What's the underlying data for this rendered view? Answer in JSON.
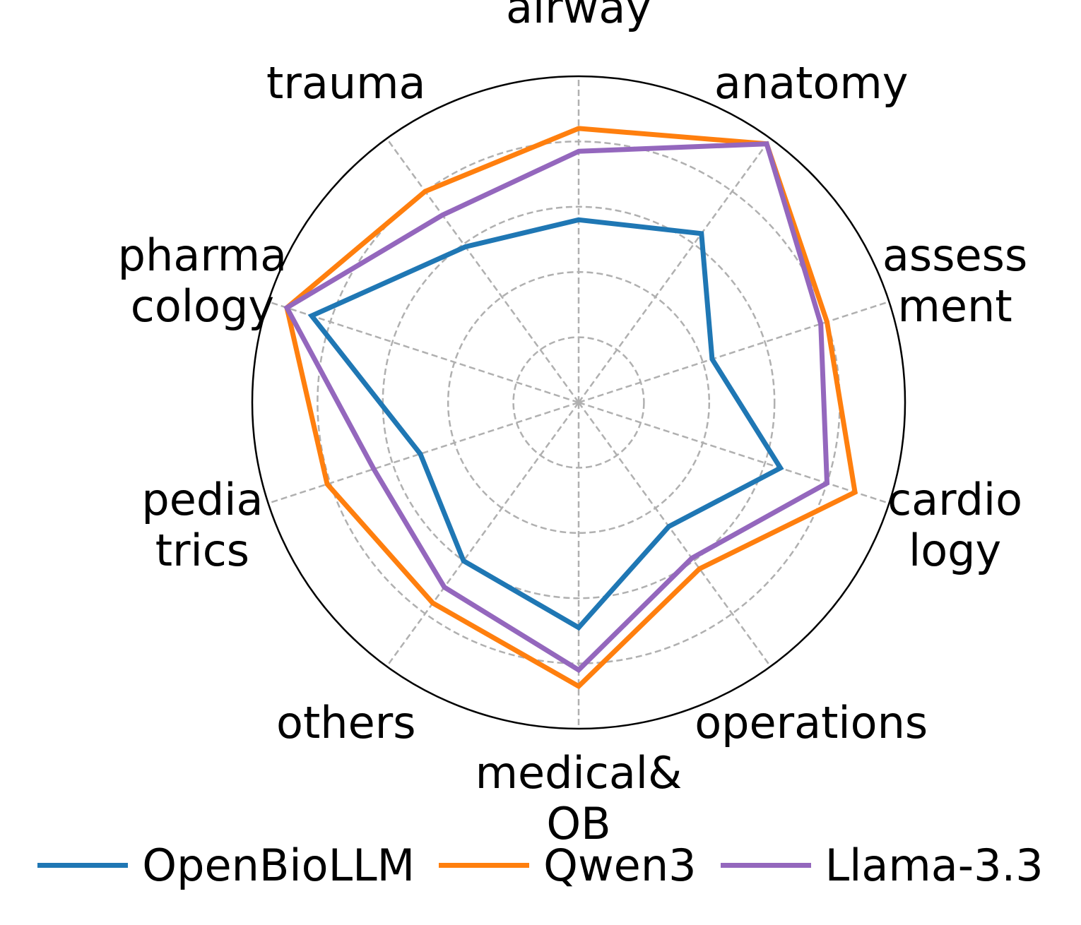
{
  "chart_data": {
    "type": "radar",
    "axes": [
      {
        "name": "airway",
        "lines": [
          "airway"
        ]
      },
      {
        "name": "anatomy",
        "lines": [
          "anatomy"
        ]
      },
      {
        "name": "assessment",
        "lines": [
          "assess",
          "ment"
        ]
      },
      {
        "name": "cardiology",
        "lines": [
          "cardio",
          "logy"
        ]
      },
      {
        "name": "operations",
        "lines": [
          "operations"
        ]
      },
      {
        "name": "medical&OB",
        "lines": [
          "medical&",
          "OB"
        ]
      },
      {
        "name": "others",
        "lines": [
          "others"
        ]
      },
      {
        "name": "pediatrics",
        "lines": [
          "pedia",
          "trics"
        ]
      },
      {
        "name": "pharmacology",
        "lines": [
          "pharma",
          "cology"
        ]
      },
      {
        "name": "trauma",
        "lines": [
          "trauma"
        ]
      }
    ],
    "rlim": [
      0,
      1
    ],
    "rings": [
      0.2,
      0.4,
      0.6,
      0.8
    ],
    "grid": true,
    "legend_position": "bottom",
    "series": [
      {
        "name": "OpenBioLLM",
        "color": "#1f77b4",
        "values": [
          0.56,
          0.64,
          0.43,
          0.65,
          0.47,
          0.69,
          0.6,
          0.51,
          0.86,
          0.59
        ]
      },
      {
        "name": "Qwen3",
        "color": "#ff7f0e",
        "values": [
          0.84,
          0.98,
          0.8,
          0.89,
          0.63,
          0.87,
          0.76,
          0.81,
          0.94,
          0.8
        ]
      },
      {
        "name": "Llama-3.3",
        "color": "#9467bd",
        "values": [
          0.77,
          0.98,
          0.78,
          0.8,
          0.59,
          0.82,
          0.7,
          0.66,
          0.94,
          0.71
        ]
      }
    ]
  }
}
